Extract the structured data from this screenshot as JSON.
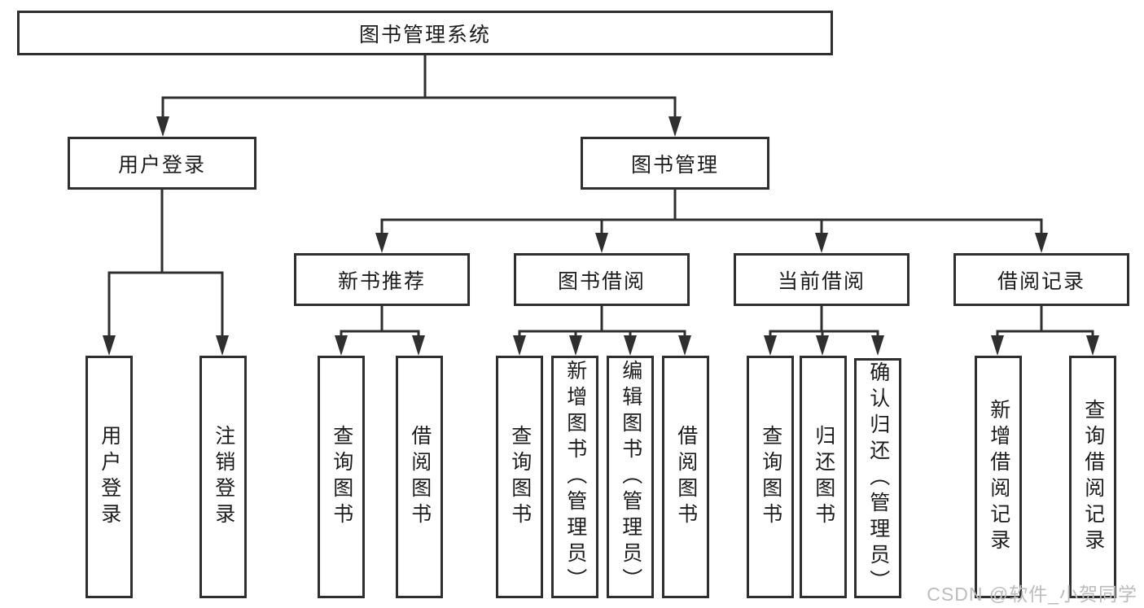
{
  "diagram": {
    "type": "hierarchy-tree",
    "colors": {
      "line": "#2f2f2f",
      "text": "#1c1c1c",
      "background": "#ffffff",
      "watermark": "#bcbcbc"
    },
    "tree": {
      "label": "图书管理系统",
      "children": [
        {
          "label": "用户登录",
          "children": [
            {
              "label": "用户登录"
            },
            {
              "label": "注销登录"
            }
          ]
        },
        {
          "label": "图书管理",
          "children": [
            {
              "label": "新书推荐",
              "children": [
                {
                  "label": "查询图书"
                },
                {
                  "label": "借阅图书"
                }
              ]
            },
            {
              "label": "图书借阅",
              "children": [
                {
                  "label": "查询图书"
                },
                {
                  "label": "新增图书（管理员）"
                },
                {
                  "label": "编辑图书（管理员）"
                },
                {
                  "label": "借阅图书"
                }
              ]
            },
            {
              "label": "当前借阅",
              "children": [
                {
                  "label": "查询图书"
                },
                {
                  "label": "归还图书"
                },
                {
                  "label": "确认归还（管理员）"
                }
              ]
            },
            {
              "label": "借阅记录",
              "children": [
                {
                  "label": "新增借阅记录"
                },
                {
                  "label": "查询借阅记录"
                }
              ]
            }
          ]
        }
      ]
    },
    "watermark": "CSDN @软件_小贺同学"
  }
}
